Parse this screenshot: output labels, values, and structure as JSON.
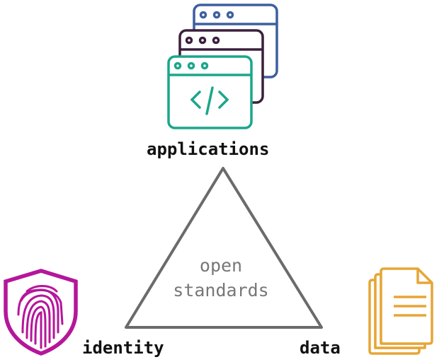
{
  "labels": {
    "applications": "applications",
    "identity": "identity",
    "data": "data",
    "center_line1": "open",
    "center_line2": "standards"
  },
  "colors": {
    "window_back": "#3d5f9e",
    "window_middle": "#3b1f3b",
    "window_front": "#1ba68b",
    "shield": "#b5169a",
    "documents": "#e6a636",
    "triangle": "#6b6b6b"
  },
  "icons": [
    "browser-windows-code-icon",
    "fingerprint-shield-icon",
    "documents-icon"
  ]
}
